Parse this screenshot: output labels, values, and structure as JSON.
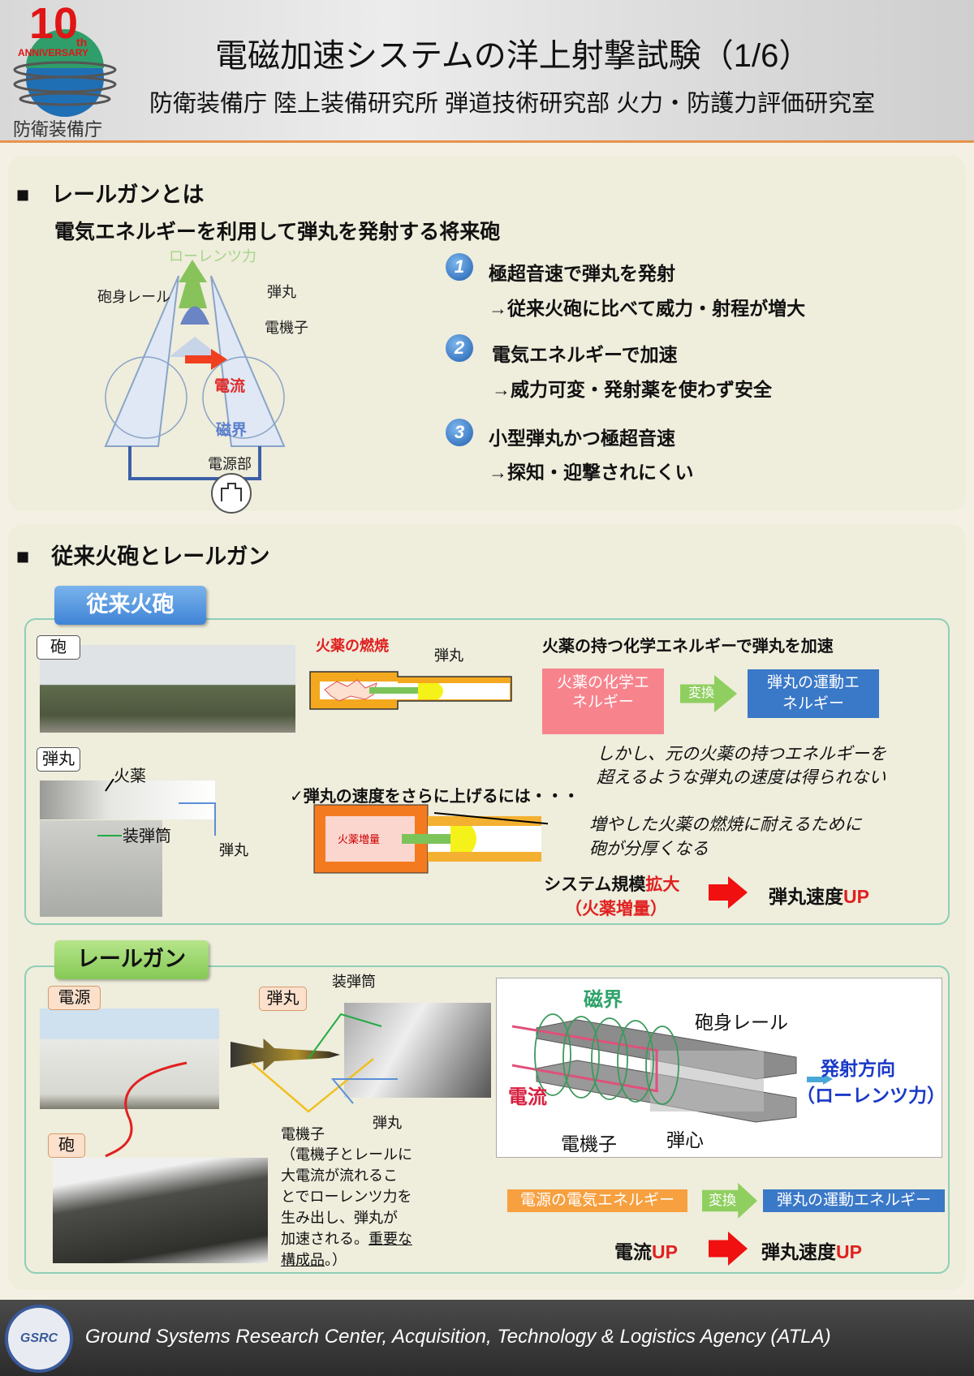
{
  "header": {
    "logo_number": "10",
    "logo_suffix": "th",
    "logo_anniversary": "ANNIVERSARY",
    "logo_org": "防衛装備庁",
    "title": "電磁加速システムの洋上射撃試験（1/6）",
    "subtitle": "防衛装備庁 陸上装備研究所 弾道技術研究部 火力・防護力評価研究室"
  },
  "section1": {
    "heading": "■　レールガンとは",
    "subheading": "電気エネルギーを利用して弾丸を発射する将来砲",
    "diagram": {
      "lorentz": "ローレンツ力",
      "rail": "砲身レール",
      "projectile": "弾丸",
      "armature": "電機子",
      "current": "電流",
      "field": "磁界",
      "power": "電源部"
    },
    "points": [
      {
        "num": "1",
        "title": "極超音速で弾丸を発射",
        "detail": "→従来火砲に比べて威力・射程が増大"
      },
      {
        "num": "2",
        "title": "電気エネルギーで加速",
        "detail": "→威力可変・発射薬を使わず安全"
      },
      {
        "num": "3",
        "title": "小型弾丸かつ極超音速",
        "detail": "→探知・迎撃されにくい"
      }
    ]
  },
  "section2": {
    "heading": "■　従来火砲とレールガン",
    "conventional": {
      "tab": "従来火砲",
      "gun_label": "砲",
      "projectile_label": "弾丸",
      "propellant": "火薬",
      "sabot": "装弾筒",
      "projectile": "弾丸",
      "combustion": "火薬の燃焼",
      "barrel_projectile": "弾丸",
      "heading": "火薬の持つ化学エネルギーで弾丸を加速",
      "chem_box": "火薬の化学エネルギー",
      "convert": "変換",
      "kinetic_box": "弾丸の運動エネルギー",
      "note1": "しかし、元の火薬の持つエネルギーを",
      "note2": "超えるような弾丸の速度は得られない",
      "check": "✓弾丸の速度をさらに上げるには・・・",
      "increase_label": "火薬増量",
      "thick1": "増やした火薬の燃焼に耐えるために",
      "thick2": "砲が分厚くなる",
      "scale_a": "システム規模",
      "scale_b": "拡大",
      "scale_c": "（火薬増量）",
      "result_a": "弾丸速度",
      "result_b": "UP"
    },
    "railgun": {
      "tab": "レールガン",
      "power_label": "電源",
      "gun_label": "砲",
      "projectile_label": "弾丸",
      "sabot": "装弾筒",
      "projectile": "弾丸",
      "armature_title": "電機子",
      "armature_lines": [
        "（電機子とレールに",
        "大電流が流れるこ",
        "とでローレンツ力を",
        "生み出し、弾丸が",
        "加速される。"
      ],
      "armature_emph1": "重要な",
      "armature_emph2": "構成品",
      "armature_end": "。）",
      "diagram": {
        "field": "磁界",
        "rail": "砲身レール",
        "direction": "発射方向",
        "lorentz": "（ローレンツ力）",
        "current": "電流",
        "armature": "電機子",
        "core": "弾心"
      },
      "elec_box": "電源の電気エネルギー",
      "convert": "変換",
      "kinetic_box": "弾丸の運動エネルギー",
      "current_a": "電流",
      "current_b": "UP",
      "result_a": "弾丸速度",
      "result_b": "UP"
    }
  },
  "footer": {
    "logo_text": "GSRC",
    "text": "Ground Systems Research Center, Acquisition, Technology & Logistics Agency (ATLA)"
  }
}
